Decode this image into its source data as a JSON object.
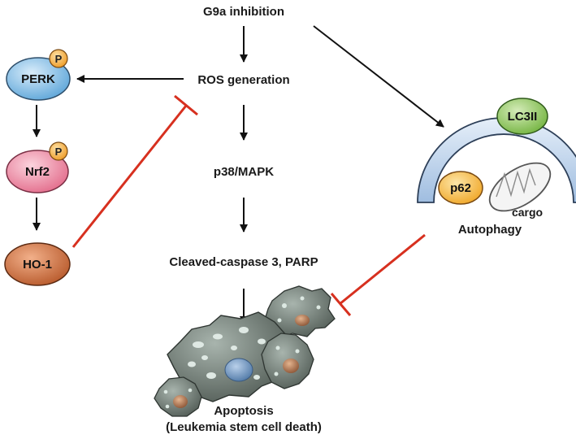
{
  "colors": {
    "arrow": "#111111",
    "inhibit": "#d7301f",
    "perk_fill": "#8cc3e8",
    "nrf2_fill": "#f18ea6",
    "ho1_fill": "#cd6d3c",
    "phospho_fill": "#f3a43a",
    "lc3_fill": "#8ac45a",
    "p62_fill": "#f3b23f",
    "membrane_fill": "#c6d9ef",
    "membrane_stroke": "#2d3f58",
    "cell_fill": "#6f7b74"
  },
  "center": {
    "g9a": "G9a inhibition",
    "ros": "ROS generation",
    "p38": "p38/MAPK",
    "caspase": "Cleaved-caspase 3, PARP",
    "apoptosis_line1": "Apoptosis",
    "apoptosis_line2": "(Leukemia stem cell death)"
  },
  "left": {
    "perk": "PERK",
    "nrf2": "Nrf2",
    "ho1": "HO-1",
    "phospho": "P"
  },
  "right": {
    "lc3": "LC3II",
    "p62": "p62",
    "cargo": "cargo",
    "autophagy": "Autophagy"
  },
  "icons": [
    "autophagosome-membrane-icon",
    "mitochondrion-cargo-icon",
    "apoptotic-cell-cluster-icon"
  ]
}
